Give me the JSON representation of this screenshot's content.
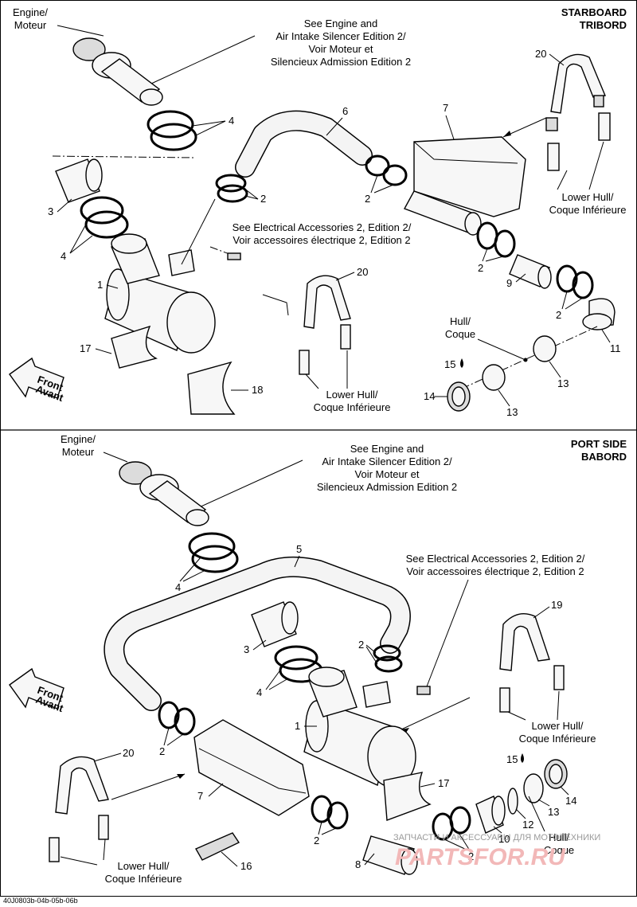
{
  "top": {
    "section_title_line1": "STARBOARD",
    "section_title_line2": "TRIBORD",
    "engine_line1": "Engine/",
    "engine_line2": "Moteur",
    "see_engine_line1": "See Engine and",
    "see_engine_line2": "Air Intake Silencer Edition 2/",
    "see_engine_line3": "Voir Moteur et",
    "see_engine_line4": "Silencieux Admission Edition 2",
    "see_elec_line1": "See Electrical Accessories 2, Edition 2/",
    "see_elec_line2": "Voir accessoires électrique 2, Edition 2",
    "lower_hull_a_line1": "Lower Hull/",
    "lower_hull_a_line2": "Coque Inférieure",
    "lower_hull_b_line1": "Lower Hull/",
    "lower_hull_b_line2": "Coque Inférieure",
    "hull_line1": "Hull/",
    "hull_line2": "Coque",
    "front_line1": "Front",
    "front_line2": "Avant",
    "callouts": [
      "Engine",
      "4",
      "6",
      "7",
      "20",
      "3",
      "2",
      "2",
      "4",
      "2",
      "1",
      "9",
      "20",
      "2",
      "17",
      "15",
      "11",
      "13",
      "14",
      "13",
      "18"
    ]
  },
  "bottom": {
    "section_title_line1": "PORT SIDE",
    "section_title_line2": "BABORD",
    "engine_line1": "Engine/",
    "engine_line2": "Moteur",
    "see_engine_line1": "See Engine and",
    "see_engine_line2": "Air Intake Silencer Edition 2/",
    "see_engine_line3": "Voir Moteur et",
    "see_engine_line4": "Silencieux Admission Edition 2",
    "see_elec_line1": "See Electrical Accessories 2, Edition 2/",
    "see_elec_line2": "Voir accessoires électrique 2, Edition 2",
    "lower_hull_a_line1": "Lower Hull/",
    "lower_hull_a_line2": "Coque Inférieure",
    "lower_hull_b_line1": "Lower Hull/",
    "lower_hull_b_line2": "Coque Inférieure",
    "hull_line1": "Hull/",
    "hull_line2": "Coque",
    "front_line1": "Front",
    "front_line2": "Avant"
  },
  "labels": {
    "t4": "4",
    "t6": "6",
    "t7": "7",
    "t20a": "20",
    "t3": "3",
    "t2a": "2",
    "t2b": "2",
    "t4b": "4",
    "t2c": "2",
    "t1": "1",
    "t9": "9",
    "t20b": "20",
    "t2d": "2",
    "t17": "17",
    "t15": "15",
    "t11": "11",
    "t13a": "13",
    "t14": "14",
    "t13b": "13",
    "t18": "18",
    "b5": "5",
    "b4": "4",
    "b2a": "2",
    "b19": "19",
    "b3": "3",
    "b4b": "4",
    "b1": "1",
    "b2b": "2",
    "b20": "20",
    "b7": "7",
    "b15": "15",
    "b14": "14",
    "b13": "13",
    "b12": "12",
    "b10": "10",
    "b2c": "2",
    "b17": "17",
    "b2d": "2",
    "b8": "8",
    "b16": "16"
  },
  "footer_code": "40J0803b-04b-05b-06b",
  "watermark_text": "ЗАПЧАСТИ И АКСЕССУАРЫ ДЛЯ МОТОТЕХНИКИ",
  "watermark_brand": "PARTSFOR.RU"
}
